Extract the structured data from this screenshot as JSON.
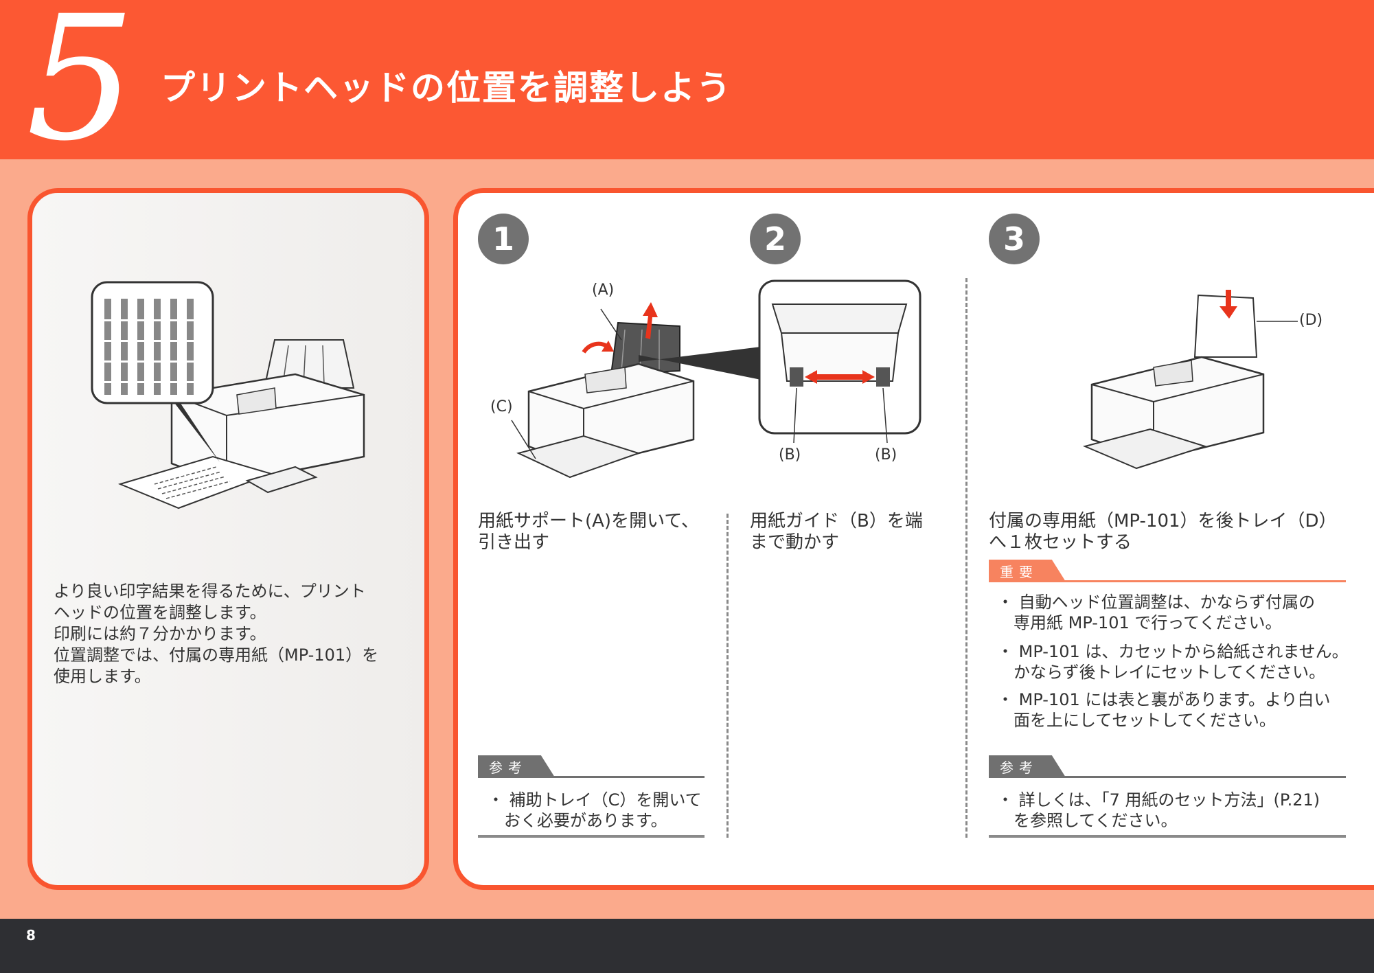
{
  "header": {
    "chapter_number": "5",
    "title": "プリントヘッドの位置を調整しよう"
  },
  "intro": {
    "lines": [
      "より良い印字結果を得るために、プリント",
      "ヘッドの位置を調整します。",
      "印刷には約７分かかります。",
      "位置調整では、付属の専用紙（MP-101）を",
      "使用します。"
    ]
  },
  "steps": [
    {
      "number": "1",
      "lines": [
        "用紙サポート(A)を開いて、",
        "引き出す"
      ],
      "callouts": [
        "(A)",
        "(C)"
      ],
      "note": {
        "label": "参考",
        "lines": [
          "・ 補助トレイ（C）を開いて",
          "　おく必要があります。"
        ]
      }
    },
    {
      "number": "2",
      "lines": [
        "用紙ガイド（B）を端",
        "まで動かす"
      ],
      "callouts": [
        "(B)",
        "(B)"
      ]
    },
    {
      "number": "3",
      "lines": [
        "付属の専用紙（MP-101）を後トレイ（D）",
        "へ１枚セットする"
      ],
      "callouts": [
        "(D)"
      ],
      "important": {
        "label": "重要",
        "items": [
          [
            "・ 自動ヘッド位置調整は、かならず付属の",
            "　専用紙 MP-101 で行ってください。"
          ],
          [
            "・ MP-101 は、カセットから給紙されません。",
            "　かならず後トレイにセットしてください。"
          ],
          [
            "・ MP-101 には表と裏があります。より白い",
            "　面を上にしてセットしてください。"
          ]
        ]
      },
      "note": {
        "label": "参考",
        "lines": [
          "・ 詳しくは、「7 用紙のセット方法」(P.21)",
          "　を参照してください。"
        ]
      }
    }
  ],
  "footer": {
    "page_number": "8"
  },
  "colors": {
    "header_bg": "#fc5833",
    "page_bg": "#fbaa8c",
    "accent": "#f9552f",
    "important_tag": "#f7835f",
    "note_tag": "#707070",
    "footer_bg": "#2e2f33"
  }
}
